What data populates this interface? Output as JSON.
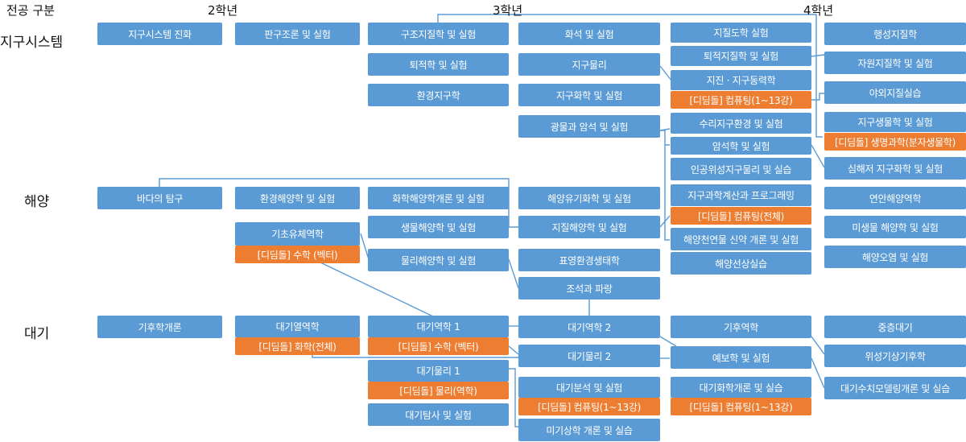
{
  "headers": {
    "major": "전공 구분",
    "year2": "2학년",
    "year3": "3학년",
    "year4": "4학년"
  },
  "rows": {
    "earth": "지구시스템",
    "ocean": "해양",
    "atmos": "대기"
  },
  "courses": {
    "earth_evolution": "지구시스템 진화",
    "plate_tectonics": "판구조론 및 실험",
    "structural_geology": "구조지질학 및 실험",
    "fossils": "화석 및 실험",
    "geochronology": "지질도학 실험",
    "planetary_geology": "행성지질학",
    "sedimentology": "퇴적학 및 실험",
    "geophysics": "지구물리",
    "sedimentary_geology": "퇴적지질학 및 실험",
    "resource_geology": "자원지질학 및 실험",
    "seismology": "지진 · 지구동력학",
    "field_geology": "야외지질실습",
    "env_geoscience": "환경지구학",
    "geochemistry": "지구화학 및 실험",
    "computing_1_13a": "[디딤돌] 컴퓨팅(1~13강)",
    "hydro_geo": "수리지구환경 및 실험",
    "geobiology": "지구생물학 및 실험",
    "mol_bio": "[디딤돌] 생명과학(분자생물학)",
    "minerals_rocks": "광물과 암석 및 실험",
    "petrology": "암석학 및 실험",
    "deep_sea_geochem": "심해저 지구화학 및 실험",
    "remote_sensing": "인공위성지구물리 및 실습",
    "ocean_intro": "바다의 탐구",
    "env_oceanography": "환경해양학 및 실험",
    "chem_oceanography": "화학해양학개론 및  실험",
    "organic_geochem": "해양유기화학 및 실험",
    "sci_computing": "지구과학계산과 프로그래밍",
    "coastal_ocean": "연안해양역학",
    "gfd": "기초유체역학",
    "bio_oceanography": "생물해양학 및 실험",
    "geo_oceanography": "지질해양학 및 실험",
    "computing_full": "[디딤돌] 컴퓨팅(전체)",
    "microbial_ocean": "미생물 해양학 및 실험",
    "math_vector": "[디딤돌] 수학 (벡터)",
    "phys_oceanography": "물리해양학 및 실험",
    "plankton_ecology": "표영환경생태학",
    "marine_natural": "해양천연물 신약 개론 및 실험",
    "marine_pollution": "해양오염 및 실험",
    "ocean_practice": "해양선상실습",
    "tides_waves": "조석과 파랑",
    "climate_intro": "기후학개론",
    "atmos_thermo": "대기열역학",
    "atmos_dynamics1": "대기역학 1",
    "atmos_dynamics2": "대기역학 2",
    "climate_dynamics": "기후역학",
    "middle_atmos": "중층대기",
    "chem_full": "[디딤돌] 화학(전체)",
    "math_vector2": "[디딤돌] 수학 (벡터)",
    "atmos_physics2": "대기물리 2",
    "forecasting": "예보학 및 실험",
    "satellite_met": "위성기상기후학",
    "atmos_physics1": "대기물리 1",
    "atmos_analysis": "대기분석 및 실험",
    "atmos_chem": "대기화학개론 및 실습",
    "atmos_modeling": "대기수치모델링개론 및 실습",
    "physics_mech": "[디딤돌] 물리(역학)",
    "computing_1_13b": "[디딤돌] 컴퓨팅(1~13강)",
    "computing_1_13c": "[디딤돌] 컴퓨팅(1~13강)",
    "atmos_observation": "대기탐사 및 실험",
    "micromet": "미기상학 개론 및 실습"
  },
  "colors": {
    "course": "#5b9bd5",
    "steppingstone": "#ed7d31",
    "link": "#5b9bd5"
  }
}
